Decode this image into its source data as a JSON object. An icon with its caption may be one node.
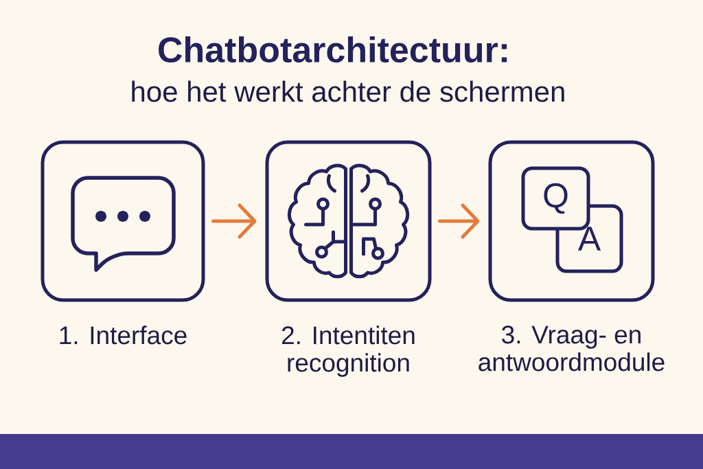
{
  "diagram": {
    "title": "Chatbotarchitectuur:",
    "nodes": [
      {
        "text": [
          "1. Interface"
        ]
      },
      {
        "text": [
          "2. Intentiten recognition"
        ]
      },
      {
        "text": [
          "3. Vraag- en antwoordmodule"
        ]
      },
      {
        "text": [
          "Q"
        ],
        "in": 2
      },
      {
        "text": [
          "A"
        ],
        "in": 2
      }
    ],
    "edges": [
      {
        "from": 0,
        "to": 1,
        "arrow": "to"
      },
      {
        "from": 1,
        "to": 2,
        "arrow": "to"
      }
    ],
    "labels": [
      "hoe het werkt achter de schermen"
    ]
  }
}
